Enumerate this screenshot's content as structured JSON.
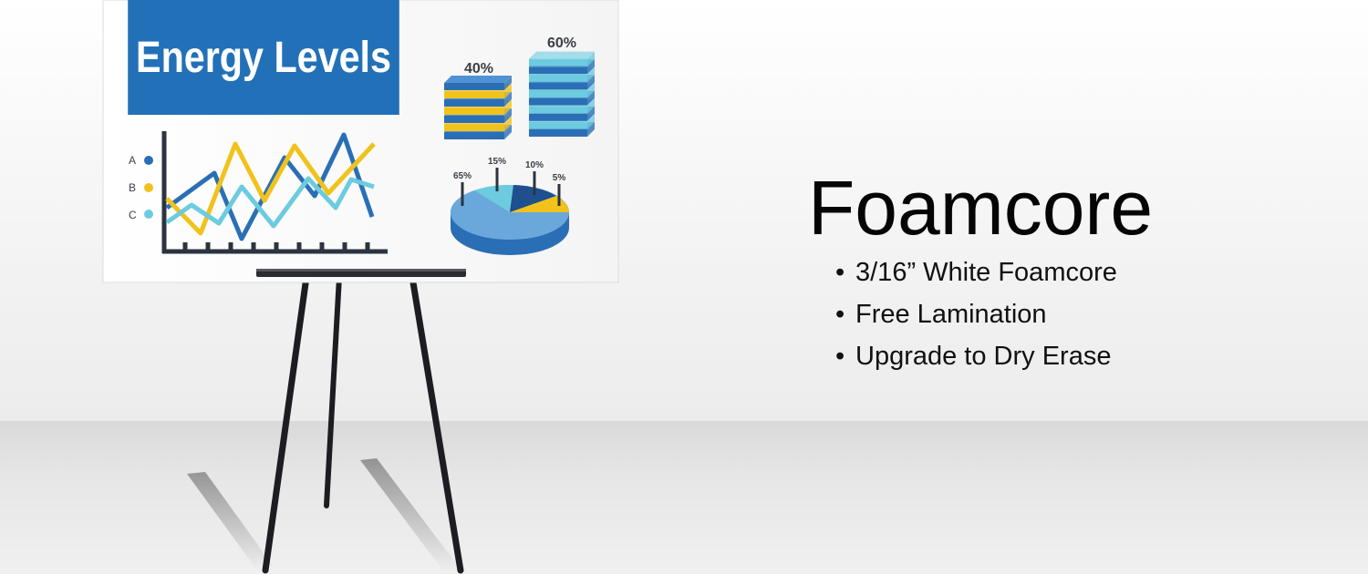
{
  "board": {
    "title": "Energy Levels",
    "line_chart": {
      "legend": [
        "A",
        "B",
        "C"
      ],
      "colors": {
        "A": "#2a6fb5",
        "B": "#f1c21b",
        "C": "#6ccbdf",
        "axis": "#2b3440"
      }
    },
    "stack_left": {
      "label": "40%"
    },
    "stack_right": {
      "label": "60%"
    },
    "pie": {
      "labels": [
        "65%",
        "15%",
        "10%",
        "5%"
      ],
      "colors": {
        "main": "#6aa8dc",
        "light": "#6ccbdf",
        "dark": "#1f4f8f",
        "yellow": "#f1c21b",
        "side": "#2a6fb5"
      }
    }
  },
  "product": {
    "name": "Foamcore",
    "features": [
      "3/16” White Foamcore",
      "Free Lamination",
      "Upgrade to Dry Erase"
    ]
  }
}
